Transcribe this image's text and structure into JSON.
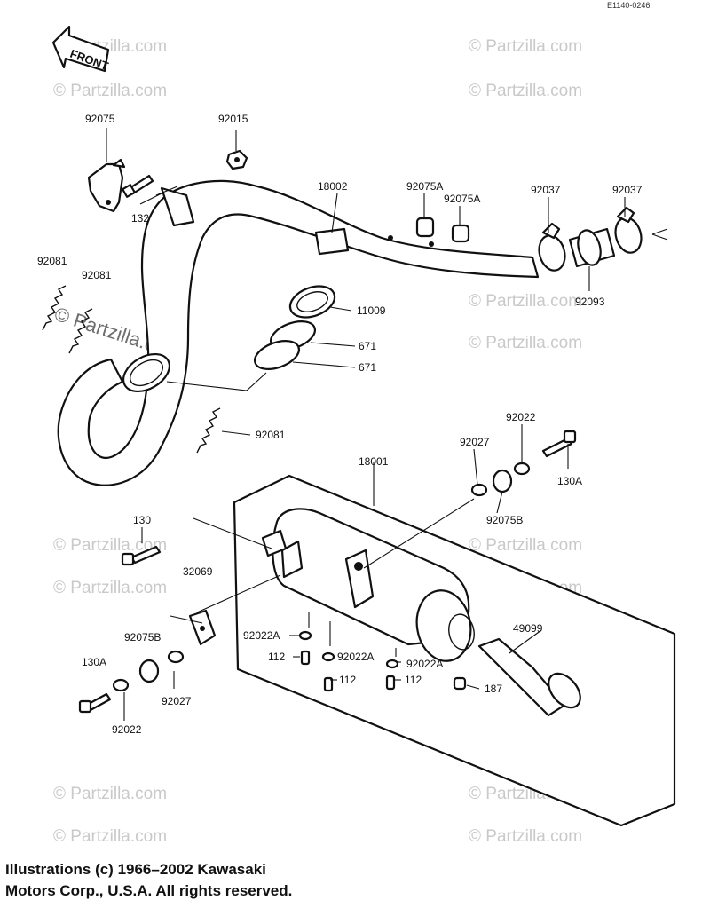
{
  "header": {
    "code": "E1140-0246"
  },
  "front_arrow": {
    "label": "FRONT"
  },
  "watermark": {
    "text": "© Partzilla.com"
  },
  "callouts": {
    "c92075": "92075",
    "c92015": "92015",
    "c132": "132",
    "c18002": "18002",
    "c92075A_1": "92075A",
    "c92075A_2": "92075A",
    "c92037_1": "92037",
    "c92037_2": "92037",
    "c92093": "92093",
    "c92081_1": "92081",
    "c92081_2": "92081",
    "c92081_3": "92081",
    "c11009": "11009",
    "c671_1": "671",
    "c671_2": "671",
    "c92022_top": "92022",
    "c92027_top": "92027",
    "c18001": "18001",
    "c130A_top": "130A",
    "c92075B_top": "92075B",
    "c130": "130",
    "c32069": "32069",
    "c92075B_left": "92075B",
    "c130A_left": "130A",
    "c92022_left": "92022",
    "c92027_left": "92027",
    "c92022A_1": "92022A",
    "c92022A_2": "92022A",
    "c92022A_3": "92022A",
    "c112_1": "112",
    "c112_2": "112",
    "c112_3": "112",
    "c187": "187",
    "c49099": "49099"
  },
  "copyright": {
    "line1": "Illustrations (c) 1966–2002 Kawasaki",
    "line2": "Motors Corp., U.S.A.  All rights reserved."
  }
}
